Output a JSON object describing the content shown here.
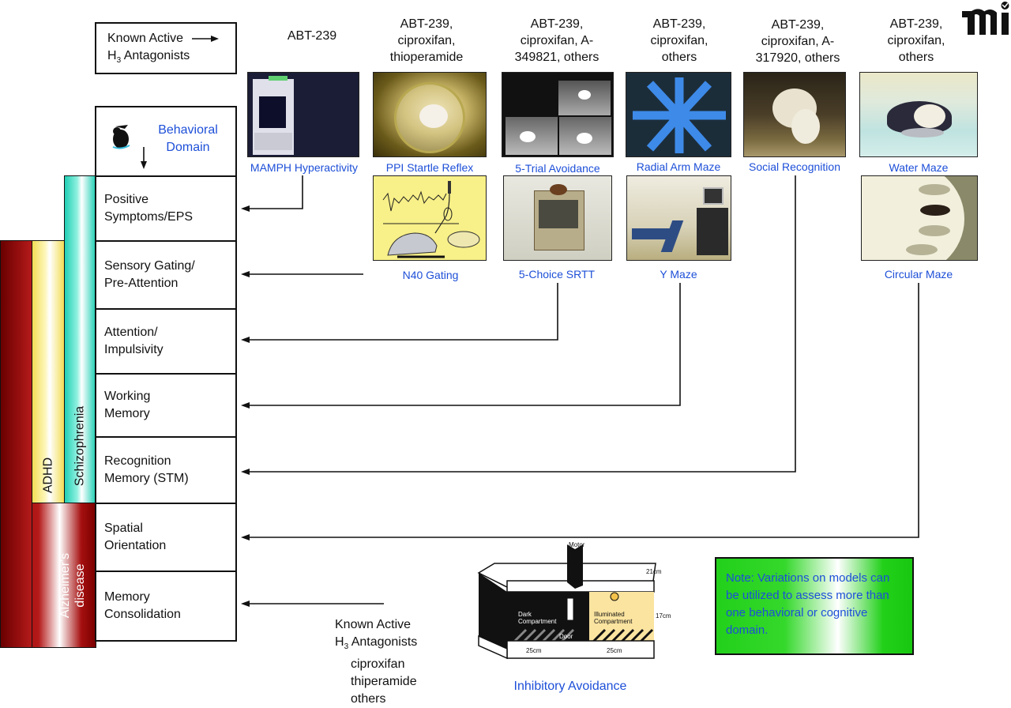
{
  "legend": {
    "known_active_line1": "Known Active",
    "known_active_line2_prefix": "H",
    "known_active_line2_sub": "3",
    "known_active_line2_suffix": " Antagonists"
  },
  "behavioral_domain_header": {
    "line1": "Behavioral",
    "line2": "Domain",
    "icon": "rat-mascot-icon"
  },
  "logo": {
    "text": "mi"
  },
  "domains": [
    {
      "line1": "Positive",
      "line2": "Symptoms/EPS"
    },
    {
      "line1": "Sensory Gating/",
      "line2": "Pre-Attention"
    },
    {
      "line1": "Attention/",
      "line2": "Impulsivity"
    },
    {
      "line1": "Working",
      "line2": "Memory"
    },
    {
      "line1": "Recognition",
      "line2": "Memory (STM)"
    },
    {
      "line1": "Spatial",
      "line2": "Orientation"
    },
    {
      "line1": "Memory",
      "line2": "Consolidation"
    }
  ],
  "disorders": [
    {
      "name": "Schizophrenia",
      "color": "#1fcfb4"
    },
    {
      "name": "ADHD",
      "color": "#f7ea7a"
    },
    {
      "name": "Alzheimer's",
      "name2": "disease",
      "color": "#a50f0f"
    }
  ],
  "compound_columns": [
    {
      "lines": [
        "ABT-239"
      ]
    },
    {
      "lines": [
        "ABT-239,",
        "ciproxifan,",
        "thioperamide"
      ]
    },
    {
      "lines": [
        "ABT-239,",
        "ciproxifan, A-",
        "349821, others"
      ]
    },
    {
      "lines": [
        "ABT-239,",
        "ciproxifan,",
        "others"
      ]
    },
    {
      "lines": [
        "ABT-239,",
        "ciproxifan, A-",
        "317920, others"
      ]
    },
    {
      "lines": [
        "ABT-239,",
        "ciproxifan,",
        "others"
      ]
    }
  ],
  "models": {
    "mamph": "MAMPH  Hyperactivity",
    "ppi": "PPI Startle Reflex",
    "five_trial": "5-Trial Avoidance",
    "radial": "Radial Arm Maze",
    "social": "Social Recognition",
    "water": "Water Maze",
    "n40": "N40 Gating",
    "srtt": "5-Choice SRTT",
    "ymaze": "Y Maze",
    "circular": "Circular Maze",
    "inhibitory": "Inhibitory Avoidance"
  },
  "inhibitory_diagram": {
    "motor": "Motor",
    "width_label": "21cm",
    "height_label": "17cm",
    "dark": "Dark",
    "dark2": "Compartment",
    "illuminated": "Illuminated",
    "illuminated2": "Compartment",
    "door": "Door",
    "len_left": "25cm",
    "len_right": "25cm"
  },
  "bottom_compounds": {
    "line1": "Known Active",
    "line2_prefix": "H",
    "line2_sub": "3",
    "line2_suffix": " Antagonists",
    "items": [
      "ciproxifan",
      "thiperamide",
      "others"
    ]
  },
  "note": {
    "text": "Note: Variations on models can be utilized to assess more than one behavioral or cognitive domain."
  }
}
